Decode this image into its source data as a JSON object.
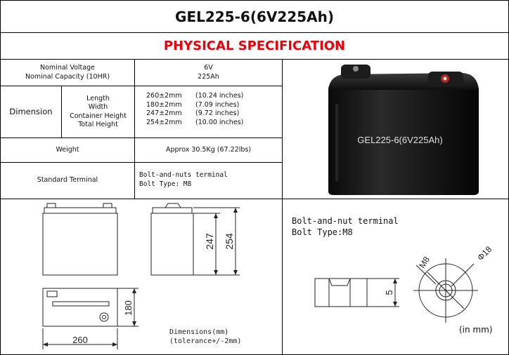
{
  "title": "GEL225-6(6V225Ah)",
  "subtitle": "PHYSICAL SPECIFICATION",
  "nominal": {
    "labels": [
      "Nominal Voltage",
      "Nominal Capacity (10HR)"
    ],
    "values": [
      "6V",
      "225Ah"
    ]
  },
  "dimension": {
    "label": "Dimension",
    "items": [
      {
        "name": "Length",
        "value": "260±2mm",
        "inches": "(10.24 inches)"
      },
      {
        "name": "Width",
        "value": "180±2mm",
        "inches": "(7.09 inches)"
      },
      {
        "name": "Container Height",
        "value": "247±2mm",
        "inches": "(9.72 inches)"
      },
      {
        "name": "Total Height",
        "value": "254±2mm",
        "inches": "(10.00 inches)"
      }
    ]
  },
  "weight": {
    "label": "Weight",
    "value": "Approx  30.5Kg  (67.22lbs)"
  },
  "terminal": {
    "label": "Standard Terminal",
    "lines": [
      "Bolt-and-nuts terminal",
      "Bolt Type: M8"
    ]
  },
  "photo": {
    "label": "GEL225-6(6V225Ah)"
  },
  "drawing": {
    "dim_260": "260",
    "dim_180": "180",
    "dim_247": "247",
    "dim_254": "254",
    "note_line1": "Dimensions(mm)",
    "note_line2": "(tolerance+/-2mm)"
  },
  "terminal_drawing": {
    "line1": "Bolt-and-nut  terminal",
    "line2": "Bolt Type:M8",
    "dim_5": "5",
    "dim_m8": "M8",
    "dim_phi18": "Φ18",
    "units": "(in mm)"
  }
}
